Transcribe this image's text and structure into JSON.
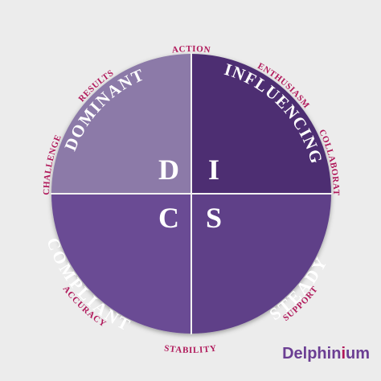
{
  "colors": {
    "background": "#ececec",
    "outer_label": "#b0185a",
    "quadrant_dominant": "#8c7aa8",
    "quadrant_influencing": "#4e2e72",
    "quadrant_compliant": "#6a4b94",
    "quadrant_steady": "#5f3f88",
    "divider": "#f2f2f2",
    "quadrant_text": "#ffffff",
    "brand_main": "#6b3e93",
    "brand_accent": "#b0185a"
  },
  "diagram": {
    "quadrants": [
      {
        "id": "dominant",
        "word": "DOMINANT",
        "letter": "D"
      },
      {
        "id": "influencing",
        "word": "INFLUENCING",
        "letter": "I"
      },
      {
        "id": "compliant",
        "word": "COMPLIANT",
        "letter": "C"
      },
      {
        "id": "steady",
        "word": "STEADY",
        "letter": "S"
      }
    ],
    "outer_labels": {
      "action": "ACTION",
      "enthusiasm": "ENTHUSIASM",
      "collaboration": "COLLABORATION",
      "support": "SUPPORT",
      "stability": "STABILITY",
      "accuracy": "ACCURACY",
      "challenge": "CHALLENGE",
      "results": "RESULTS"
    }
  },
  "brand": {
    "part1": "Delphin",
    "part2": "i",
    "part3": "um"
  }
}
